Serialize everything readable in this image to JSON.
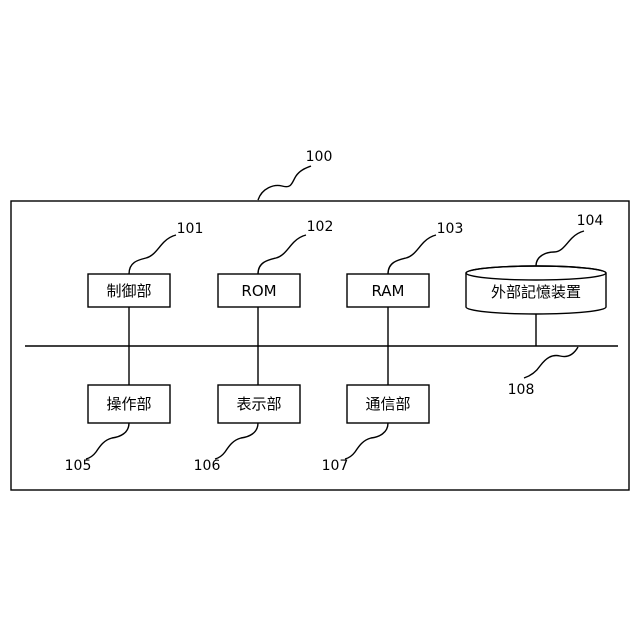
{
  "system": {
    "ref": "100"
  },
  "bus": {
    "ref": "108"
  },
  "components": [
    {
      "id": "control",
      "label": "制御部",
      "ref": "101"
    },
    {
      "id": "rom",
      "label": "ROM",
      "ref": "102"
    },
    {
      "id": "ram",
      "label": "RAM",
      "ref": "103"
    },
    {
      "id": "external-storage",
      "label": "外部記憶装置",
      "ref": "104"
    },
    {
      "id": "operation",
      "label": "操作部",
      "ref": "105"
    },
    {
      "id": "display",
      "label": "表示部",
      "ref": "106"
    },
    {
      "id": "communication",
      "label": "通信部",
      "ref": "107"
    }
  ]
}
